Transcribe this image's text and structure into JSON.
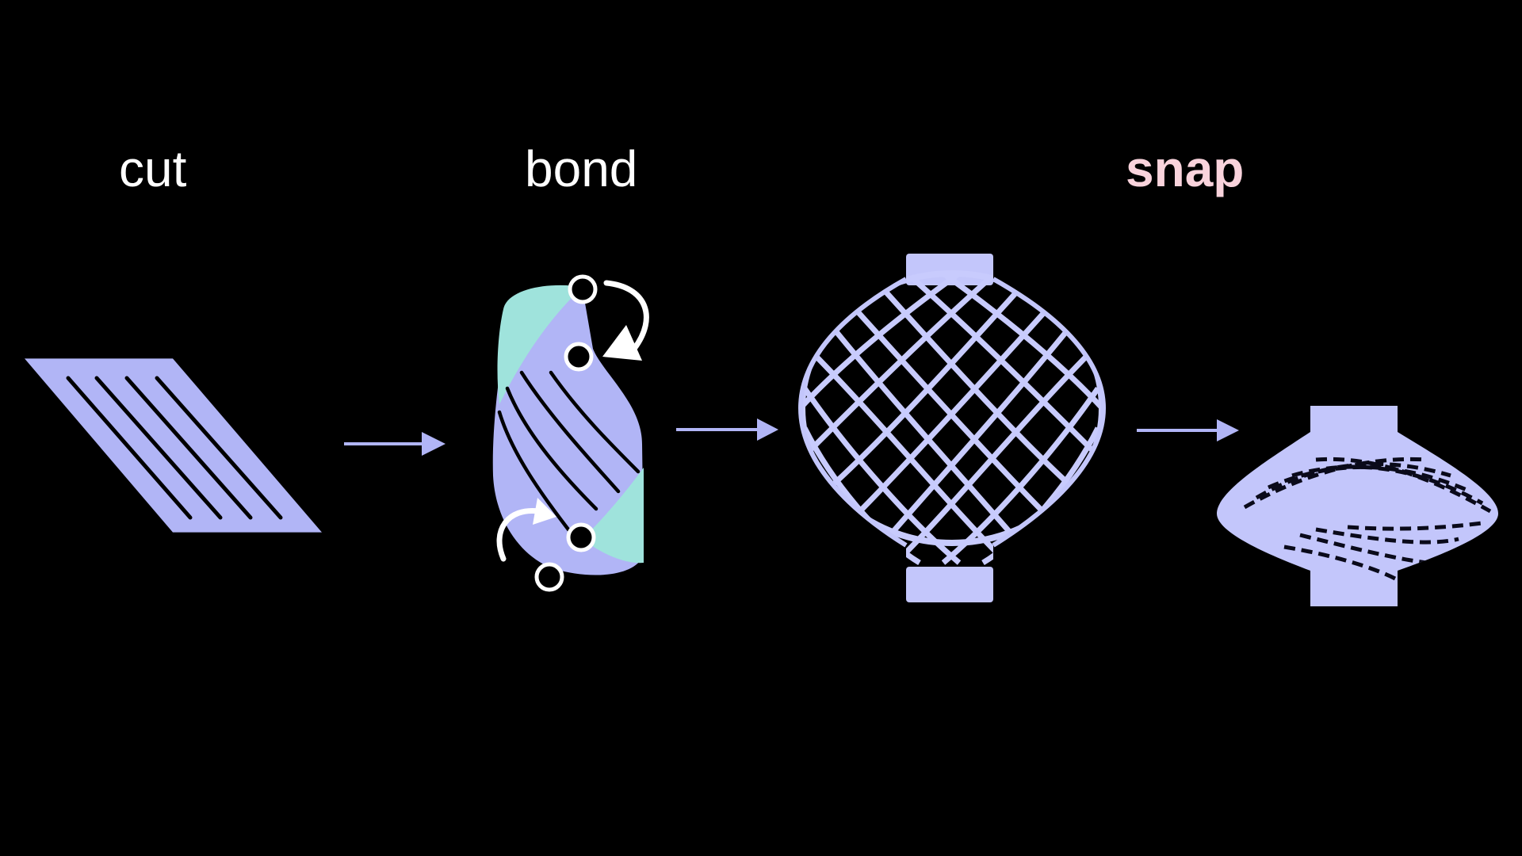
{
  "steps": [
    {
      "label": "cut",
      "color": "#ffffff",
      "shape": "flat-sheet-with-parallel-slits"
    },
    {
      "label": "bond",
      "color": "#ffffff",
      "shape": "rolled-tube-with-bonded-edges"
    },
    {
      "label": "snap",
      "color": "#f9d3dc",
      "shape": "lantern-expanded-and-snapped"
    }
  ],
  "arrows": [
    {
      "icon": "arrow-right-icon"
    },
    {
      "icon": "arrow-right-icon"
    },
    {
      "icon": "arrow-right-icon"
    }
  ],
  "colors": {
    "background": "#000000",
    "sheet": "#b1b5f6",
    "bond_edge": "#9fe3dc",
    "lantern": "#c3c6fb",
    "arrow": "#b1b5f6",
    "marker": "#ffffff"
  }
}
